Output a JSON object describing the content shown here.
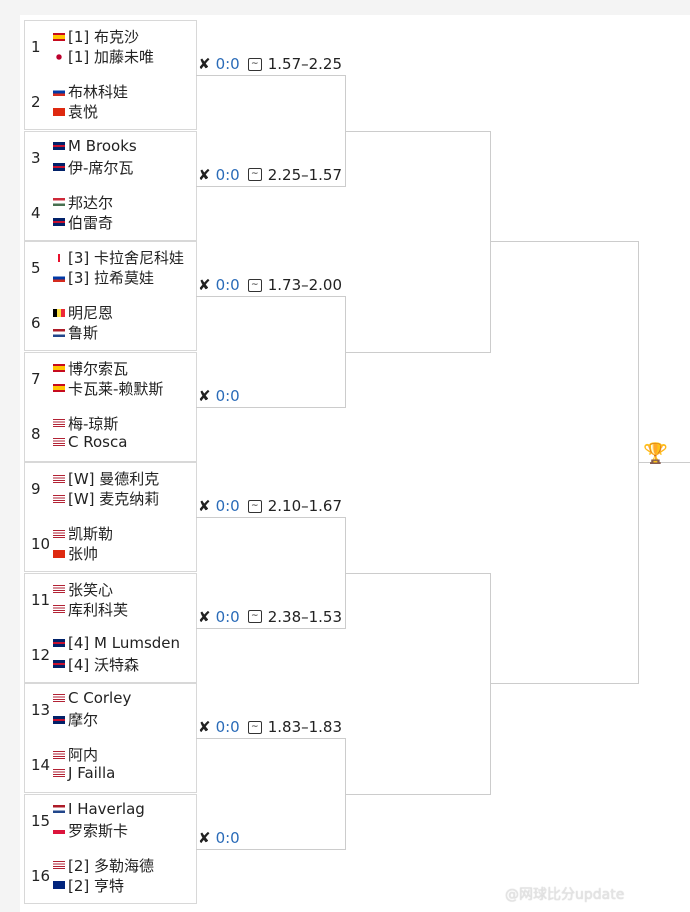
{
  "teams": [
    {
      "seed": "1",
      "players": [
        {
          "flag": "es",
          "name": "[1] 布克沙"
        },
        {
          "flag": "jp",
          "name": "[1] 加藤未唯"
        }
      ]
    },
    {
      "seed": "2",
      "players": [
        {
          "flag": "ru",
          "name": "布林科娃"
        },
        {
          "flag": "cn",
          "name": "袁悦"
        }
      ]
    },
    {
      "seed": "3",
      "players": [
        {
          "flag": "gb",
          "name": "M Brooks"
        },
        {
          "flag": "gb",
          "name": "伊-席尔瓦"
        }
      ]
    },
    {
      "seed": "4",
      "players": [
        {
          "flag": "hu",
          "name": "邦达尔"
        },
        {
          "flag": "gb",
          "name": "伯雷奇"
        }
      ]
    },
    {
      "seed": "5",
      "players": [
        {
          "flag": "ge",
          "name": "[3] 卡拉舍尼科娃"
        },
        {
          "flag": "ru",
          "name": "[3] 拉希莫娃"
        }
      ]
    },
    {
      "seed": "6",
      "players": [
        {
          "flag": "be",
          "name": "明尼恩"
        },
        {
          "flag": "nl",
          "name": "鲁斯"
        }
      ]
    },
    {
      "seed": "7",
      "players": [
        {
          "flag": "es",
          "name": "博尔索瓦"
        },
        {
          "flag": "es",
          "name": "卡瓦莱-赖默斯"
        }
      ]
    },
    {
      "seed": "8",
      "players": [
        {
          "flag": "us",
          "name": "梅-琼斯"
        },
        {
          "flag": "us",
          "name": "C Rosca"
        }
      ]
    },
    {
      "seed": "9",
      "players": [
        {
          "flag": "us",
          "name": "[W] 曼德利克"
        },
        {
          "flag": "us",
          "name": "[W] 麦克纳莉"
        }
      ]
    },
    {
      "seed": "10",
      "players": [
        {
          "flag": "us",
          "name": "凯斯勒"
        },
        {
          "flag": "cn",
          "name": "张帅"
        }
      ]
    },
    {
      "seed": "11",
      "players": [
        {
          "flag": "us",
          "name": "张笑心"
        },
        {
          "flag": "us",
          "name": "库利科芙"
        }
      ]
    },
    {
      "seed": "12",
      "players": [
        {
          "flag": "gb",
          "name": "[4] M Lumsden"
        },
        {
          "flag": "gb",
          "name": "[4] 沃特森"
        }
      ]
    },
    {
      "seed": "13",
      "players": [
        {
          "flag": "us",
          "name": "C Corley"
        },
        {
          "flag": "gb",
          "name": "摩尔"
        }
      ]
    },
    {
      "seed": "14",
      "players": [
        {
          "flag": "us",
          "name": "阿内"
        },
        {
          "flag": "us",
          "name": "J Failla"
        }
      ]
    },
    {
      "seed": "15",
      "players": [
        {
          "flag": "nl",
          "name": "I Haverlag"
        },
        {
          "flag": "pl",
          "name": "罗索斯卡"
        }
      ]
    },
    {
      "seed": "16",
      "players": [
        {
          "flag": "us",
          "name": "[2] 多勒海德"
        },
        {
          "flag": "au",
          "name": "[2] 亨特"
        }
      ]
    }
  ],
  "matches": [
    {
      "score": "0:0",
      "odds": "1.57–2.25"
    },
    {
      "score": "0:0",
      "odds": "2.25–1.57"
    },
    {
      "score": "0:0",
      "odds": "1.73–2.00"
    },
    {
      "score": "0:0",
      "odds": ""
    },
    {
      "score": "0:0",
      "odds": "2.10–1.67"
    },
    {
      "score": "0:0",
      "odds": "2.38–1.53"
    },
    {
      "score": "0:0",
      "odds": "1.83–1.83"
    },
    {
      "score": "0:0",
      "odds": ""
    }
  ],
  "flag_colors": {
    "es": [
      "#c60b1e",
      "#ffc400"
    ],
    "jp": [
      "#fff",
      "#bc002d"
    ],
    "ru": [
      "#fff",
      "#0039a6",
      "#d52b1e"
    ],
    "cn": [
      "#de2910",
      "#de2910"
    ],
    "gb": [
      "#012169",
      "#c8102e"
    ],
    "hu": [
      "#ce2939",
      "#fff",
      "#477050"
    ],
    "ge": [
      "#fff",
      "#e8112d"
    ],
    "be": [
      "#000",
      "#fae042",
      "#ed2939"
    ],
    "nl": [
      "#ae1c28",
      "#fff",
      "#21468b"
    ],
    "us": [
      "#b22234",
      "#3c3b6e"
    ],
    "pl": [
      "#fff",
      "#dc143c"
    ],
    "au": [
      "#00247d",
      "#00247d"
    ]
  },
  "trophy_icon": "trophy-icon",
  "watermark": "@网球比分update"
}
